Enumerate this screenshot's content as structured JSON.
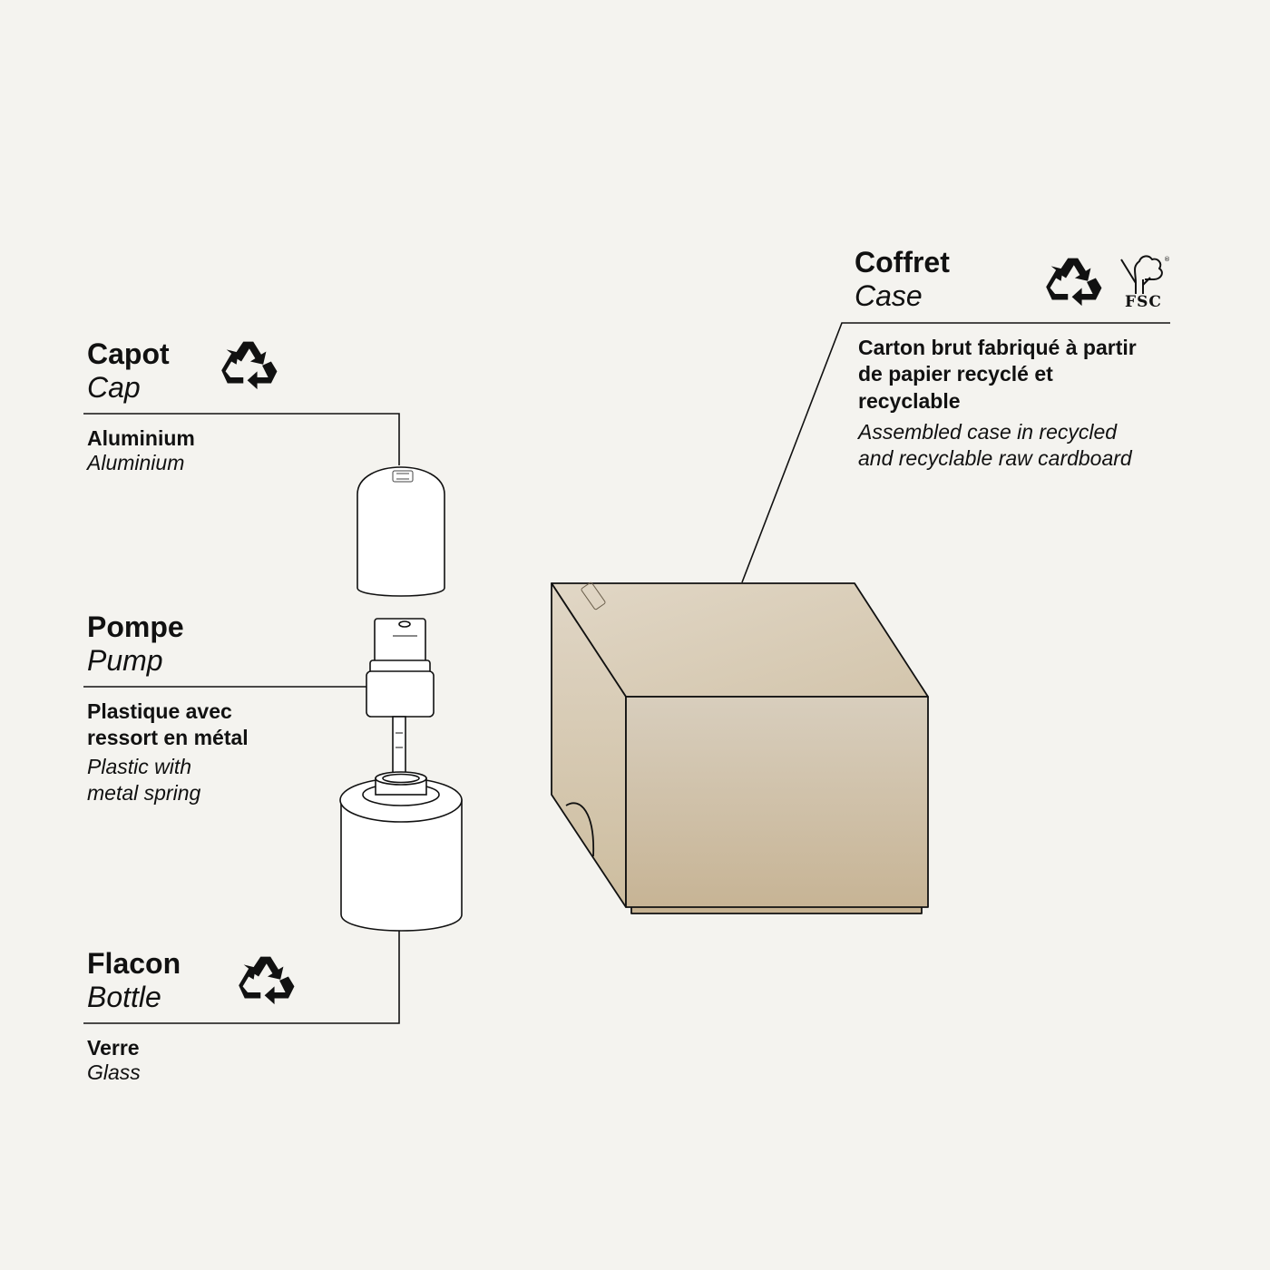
{
  "components": {
    "cap": {
      "title_fr": "Capot",
      "title_en": "Cap",
      "material_fr": "Aluminium",
      "material_en": "Aluminium",
      "icon": "recycle-icon"
    },
    "pump": {
      "title_fr": "Pompe",
      "title_en": "Pump",
      "material_fr_line1": "Plastique avec",
      "material_fr_line2": "ressort en métal",
      "material_en_line1": "Plastic with",
      "material_en_line2": "metal spring"
    },
    "bottle": {
      "title_fr": "Flacon",
      "title_en": "Bottle",
      "material_fr": "Verre",
      "material_en": "Glass",
      "icon": "recycle-icon"
    },
    "case": {
      "title_fr": "Coffret",
      "title_en": "Case",
      "desc_fr_line1": "Carton brut fabriqué à partir",
      "desc_fr_line2": "de papier recyclé et",
      "desc_fr_line3": "recyclable",
      "desc_en_line1": "Assembled case in recycled",
      "desc_en_line2": "and recyclable raw cardboard",
      "icons": [
        "recycle-icon",
        "fsc-tree-icon"
      ],
      "fsc_label": "FSC"
    }
  },
  "colors": {
    "background": "#f4f3ef",
    "line": "#111111",
    "cardboard_light": "#ddd3c3",
    "cardboard_dark": "#c8b597",
    "white_part": "#ffffff"
  }
}
